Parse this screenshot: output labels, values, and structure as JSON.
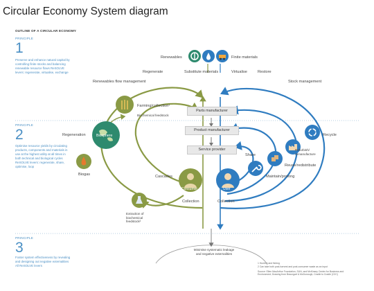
{
  "title": "Circular Economy System diagram",
  "outline_heading": "OUTLINE OF A CIRCULAR ECONOMY",
  "principles": [
    {
      "label": "PRINCIPLE",
      "number": "1",
      "text": "Preserve and enhance natural capital by controlling finite stocks and balancing renewable resource flows ReSOLVE levers: regenerate, virtualise, exchange"
    },
    {
      "label": "PRINCIPLE",
      "number": "2",
      "text": "Optimise resource yields by circulating products, components and materials in use at the highest utility at all times in both technical and biological cycles ReSOLVE levers: regenerate, share, optimise, loop"
    },
    {
      "label": "PRINCIPLE",
      "number": "3",
      "text": "Foster system effectiveness by revealing and designing out negative externalities All ReSOLVE levers"
    }
  ],
  "top": {
    "renewables": "Renewables",
    "finite_materials": "Finite materials",
    "levers": [
      "Regenerate",
      "Substitute materials",
      "Virtualise",
      "Restore"
    ],
    "renewables_flow": "Renewables flow management",
    "stock_management": "Stock management"
  },
  "biological": {
    "farming": "Farming/collection¹",
    "biochemical_feedstock": "Biochemical feedstock",
    "regeneration": "Regeneration",
    "biosphere": "Biosphere",
    "biogas": "Biogas",
    "cascades": "Cascades",
    "consumer": "Consumer",
    "collection": "Collection",
    "extraction": "Extraction of biochemical feedstock²"
  },
  "chain": [
    "Parts manufacturer",
    "Product manufacturer",
    "Service provider"
  ],
  "technical": {
    "recycle": "Recycle",
    "refurbish": "Refurbish/ remanufacture",
    "reuse": "Reuse/redistribute",
    "maintain": "Maintain/prolong",
    "share": "Share",
    "user": "User",
    "collection": "Collection"
  },
  "bottom": {
    "minimise": "Minimise systematic leakage and negative externalities"
  },
  "notes": [
    "1 Hunting and fishing",
    "2 Can take both post-harvest and post-consumer waste as an input",
    "Source: Ellen MacArthur Foundation, SUN, and McKinsey Center for Business and Environment; Drawing from Braungart & McDonough, Cradle to Cradle (C2C)"
  ],
  "colors": {
    "biological": "#8a9a45",
    "technical": "#2f7cc0",
    "principle": "#4a8fc4",
    "biosphere": "#2e8a6e"
  }
}
